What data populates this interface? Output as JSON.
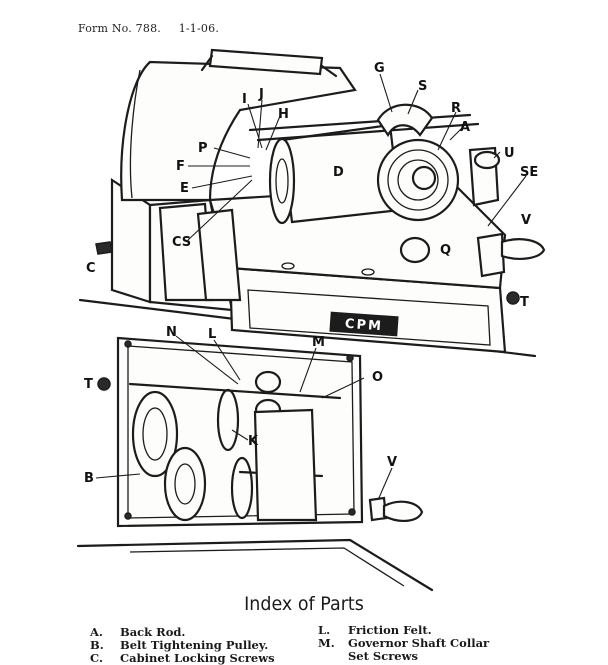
{
  "header": {
    "form_no": "Form No. 788.",
    "date": "1-1-06."
  },
  "labels": {
    "G": "G",
    "S": "S",
    "I": "I",
    "J": "J",
    "H": "H",
    "R": "R",
    "A": "A",
    "P": "P",
    "U": "U",
    "F": "F",
    "D": "D",
    "SE": "SE",
    "E": "E",
    "V_top": "V",
    "CS": "CS",
    "Q": "Q",
    "C": "C",
    "T_top": "T",
    "N": "N",
    "L": "L",
    "M": "M",
    "O": "O",
    "T_bottom": "T",
    "K": "K",
    "B": "B",
    "V_bottom": "V"
  },
  "maker_plate": "CPM",
  "index": {
    "title": "Index of Parts",
    "parts": [
      {
        "key": "A.",
        "name": "Back Rod."
      },
      {
        "key": "B.",
        "name": "Belt Tightening Pulley."
      },
      {
        "key": "C.",
        "name": "Cabinet Locking Screws"
      },
      {
        "key": "L.",
        "name": "Friction Felt."
      },
      {
        "key": "M.",
        "name": "Governor Shaft Collar"
      },
      {
        "key": "",
        "name": "Set Screws"
      }
    ]
  }
}
